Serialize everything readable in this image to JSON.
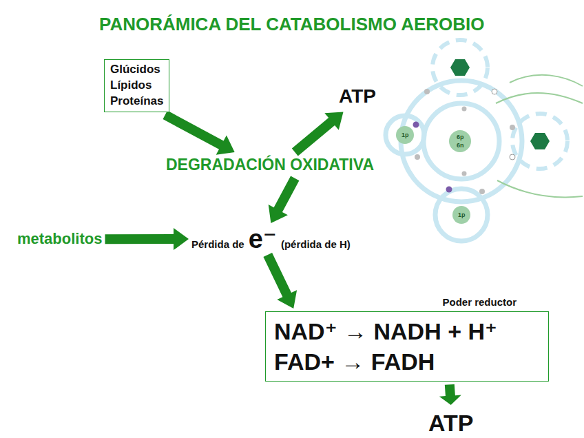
{
  "diagram": {
    "title": "PANORÁMICA DEL CATABOLISMO AEROBIO",
    "nodes": [
      {
        "text": [
          "Glúcidos Lípidos Proteínas"
        ]
      },
      {
        "text": [
          "ATP"
        ]
      },
      {
        "text": [
          "DEGRADACIÓN OXIDATIVA"
        ]
      },
      {
        "text": [
          "metabolitos"
        ]
      },
      {
        "text": [
          "Pérdida de",
          "e⁻",
          "(pérdida de H)"
        ]
      },
      {
        "text": [
          "Poder reductor",
          "NAD⁺ → NADH + H⁺",
          "FAD+ → FADH"
        ]
      },
      {
        "text": [
          "ATP"
        ]
      }
    ],
    "edges": [
      {
        "from": 0,
        "to": 2,
        "arrow": "to"
      },
      {
        "from": 2,
        "to": 1,
        "arrow": "to"
      },
      {
        "from": 2,
        "to": 4,
        "arrow": "to"
      },
      {
        "from": 3,
        "to": 4,
        "arrow": "to"
      },
      {
        "from": 4,
        "to": 5,
        "arrow": "to"
      },
      {
        "from": 5,
        "to": 6,
        "arrow": "to"
      }
    ],
    "labels": [
      "1p",
      "6p",
      "6n",
      "1p"
    ]
  }
}
